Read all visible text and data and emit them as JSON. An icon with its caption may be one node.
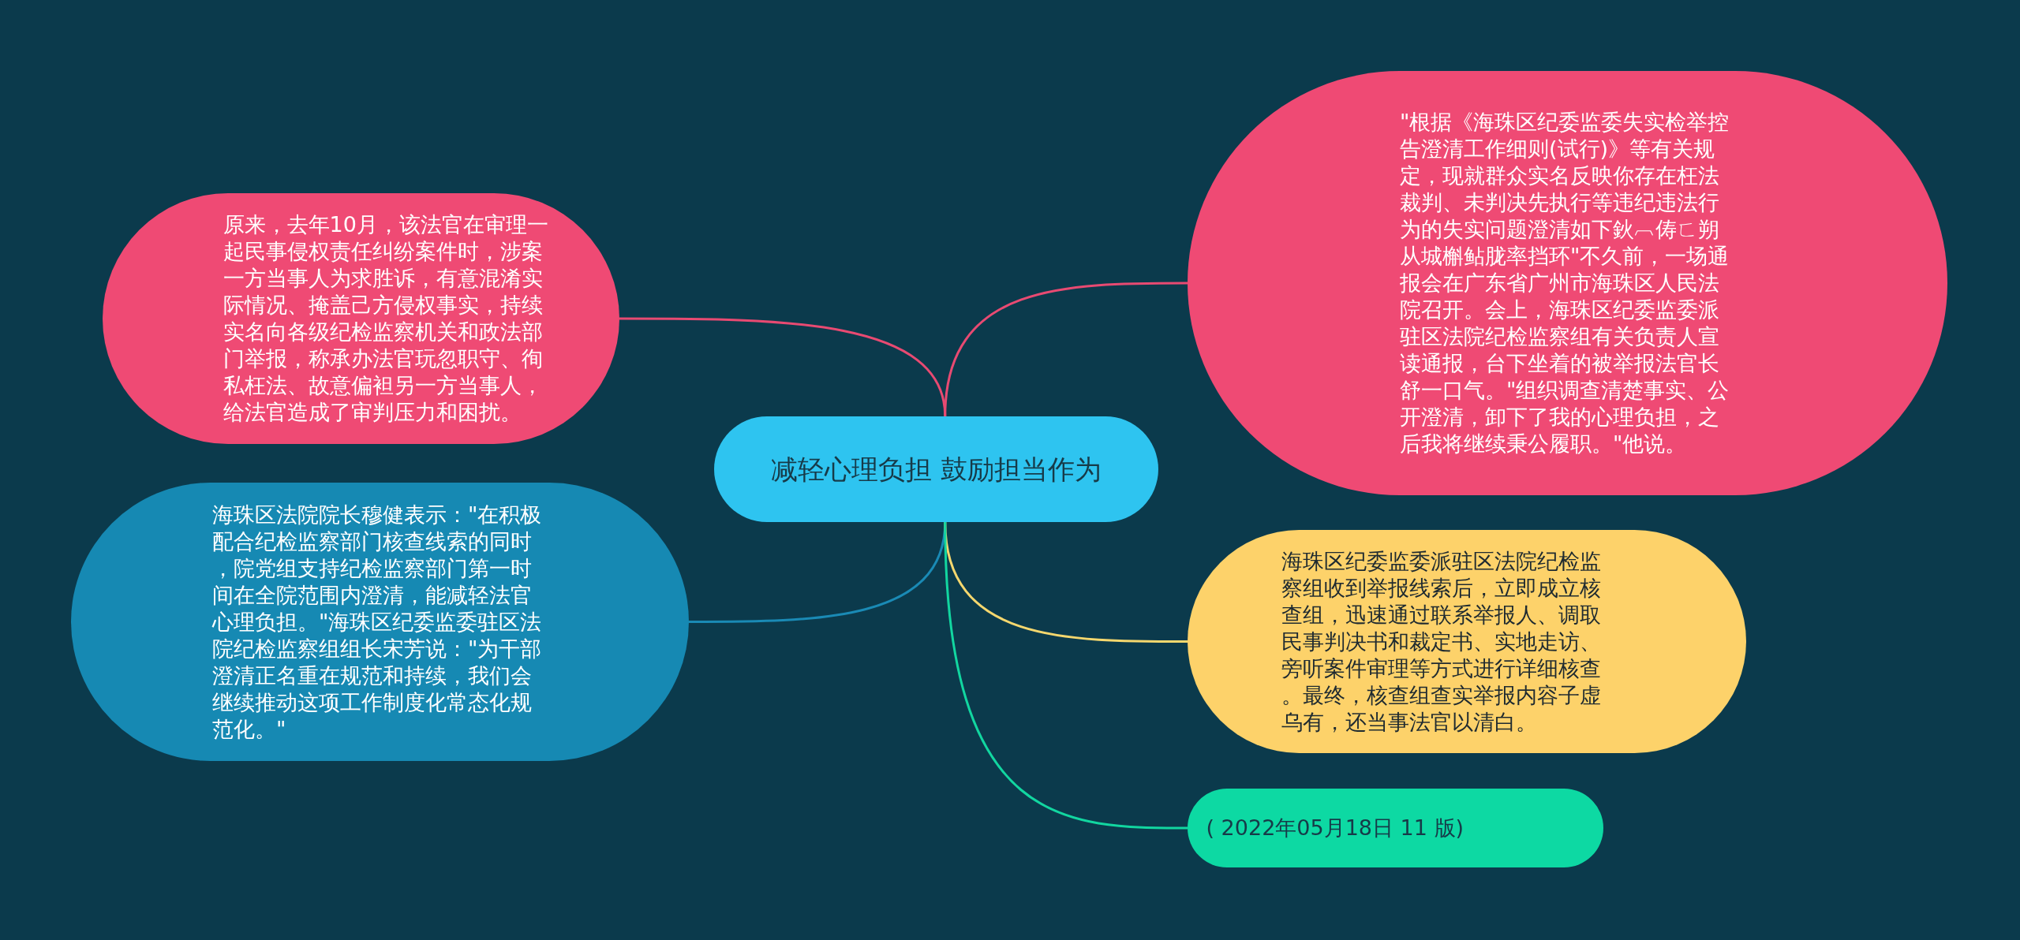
{
  "diagram": {
    "nodes": [
      {
        "text": [
          "减轻心理负担  鼓励担当作为"
        ]
      },
      {
        "text": [
          "原来，去年10月，该法官在审理一起民事侵权责任纠纷案件时，涉案一方当事人为求胜诉，有意混淆实际情况、掩盖己方侵权事实，持续实名向各级纪检监察机关和政法部门举报，称承办法官玩忽职守、徇私枉法、故意偏袒另一方当事人，给法官造成了审判压力和困扰。"
        ]
      },
      {
        "text": [
          "海珠区法院院长穆健表示：\"在积极配合纪检监察部门核查线索的同时，院党组支持纪检监察部门第一时间在全院范围内澄清，能减轻法官心理负担。\"海珠区纪委监委驻区法院纪检监察组组长宋芳说：\"为干部澄清正名重在规范和持续，我们会继续推动这项工作制度化常态化规范化。\""
        ]
      },
      {
        "text": [
          "\"根据《海珠区纪委监委失实检举控告澄清工作细则(试行)》等有关规定，现就群众实名反映你存在枉法裁判、未判决先执行等违纪违法行为的失实问题澄清如下鈥︹俦ㄈ朔从城槲鲇胧率挡环\"不久前，一场通报会在广东省广州市海珠区人民法院召开。会上，海珠区纪委监委派驻区法院纪检监察组有关负责人宣读通报，台下坐着的被举报法官长舒一口气。\"组织调查清楚事实、公开澄清，卸下了我的心理负担，之后我将继续秉公履职。\"他说。"
        ]
      },
      {
        "text": [
          "海珠区纪委监委派驻区法院纪检监察组收到举报线索后，立即成立核查组，迅速通过联系举报人、调取民事判决书和裁定书、实地走访、旁听案件审理等方式进行详细核查。最终，核查组查实举报内容子虚乌有，还当事法官以清白。"
        ]
      },
      {
        "text": [
          "( 2022年05月18日 11 版)"
        ]
      }
    ],
    "edges": [
      {
        "from": 0,
        "to": 1,
        "arrow": "none",
        "color": "#e84a72"
      },
      {
        "from": 0,
        "to": 2,
        "arrow": "none",
        "color": "#1a8ab5"
      },
      {
        "from": 0,
        "to": 3,
        "arrow": "none",
        "color": "#e84a72"
      },
      {
        "from": 0,
        "to": 4,
        "arrow": "none",
        "color": "#f5d76e"
      },
      {
        "from": 0,
        "to": 5,
        "arrow": "none",
        "color": "#12d6a0"
      }
    ]
  }
}
